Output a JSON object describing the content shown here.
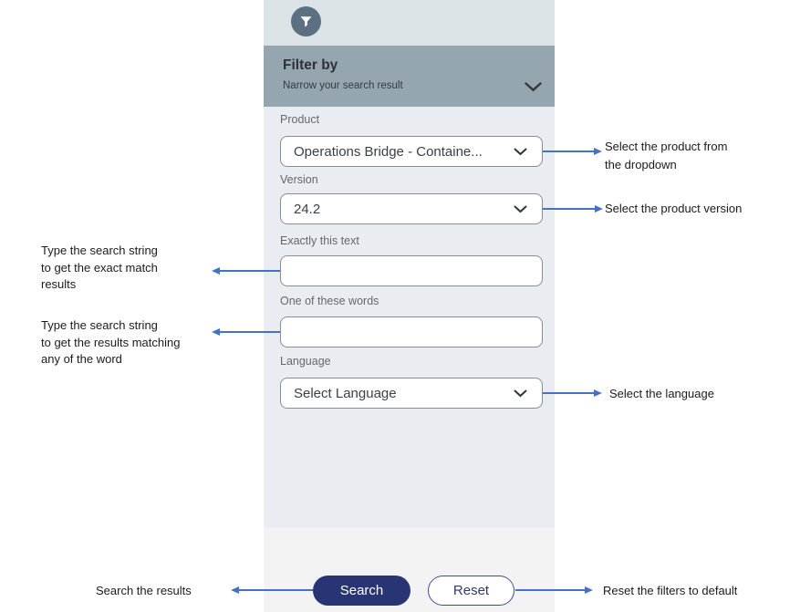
{
  "filter_panel": {
    "header": {
      "title": "Filter by",
      "subtitle": "Narrow your search result"
    },
    "fields": {
      "product": {
        "label": "Product",
        "value": "Operations Bridge - Containe..."
      },
      "version": {
        "label": "Version",
        "value": "24.2"
      },
      "exact_text": {
        "label": "Exactly this text",
        "value": ""
      },
      "any_words": {
        "label": "One of these words",
        "value": ""
      },
      "language": {
        "label": "Language",
        "value": "Select Language"
      }
    },
    "buttons": {
      "search": "Search",
      "reset": "Reset"
    }
  },
  "annotations": {
    "product": "Select the product from\nthe dropdown",
    "version": "Select the product version",
    "exact_text": "Type the search string\nto get the exact match\nresults",
    "any_words": "Type the search string\nto get the results matching\nany of the word",
    "language": "Select the language",
    "search": "Search the results",
    "reset": "Reset the filters to default"
  },
  "colors": {
    "arrow": "#4472C4",
    "panel_top_strip": "#DCE3E7",
    "header_band": "#96A6B1",
    "form_background": "#E9EDF1",
    "footer_background": "#F3F3F4",
    "icon_circle": "#5B7181",
    "search_button": "#293475",
    "reset_button_border": "#3C4B9E",
    "field_border": "#868D93"
  }
}
